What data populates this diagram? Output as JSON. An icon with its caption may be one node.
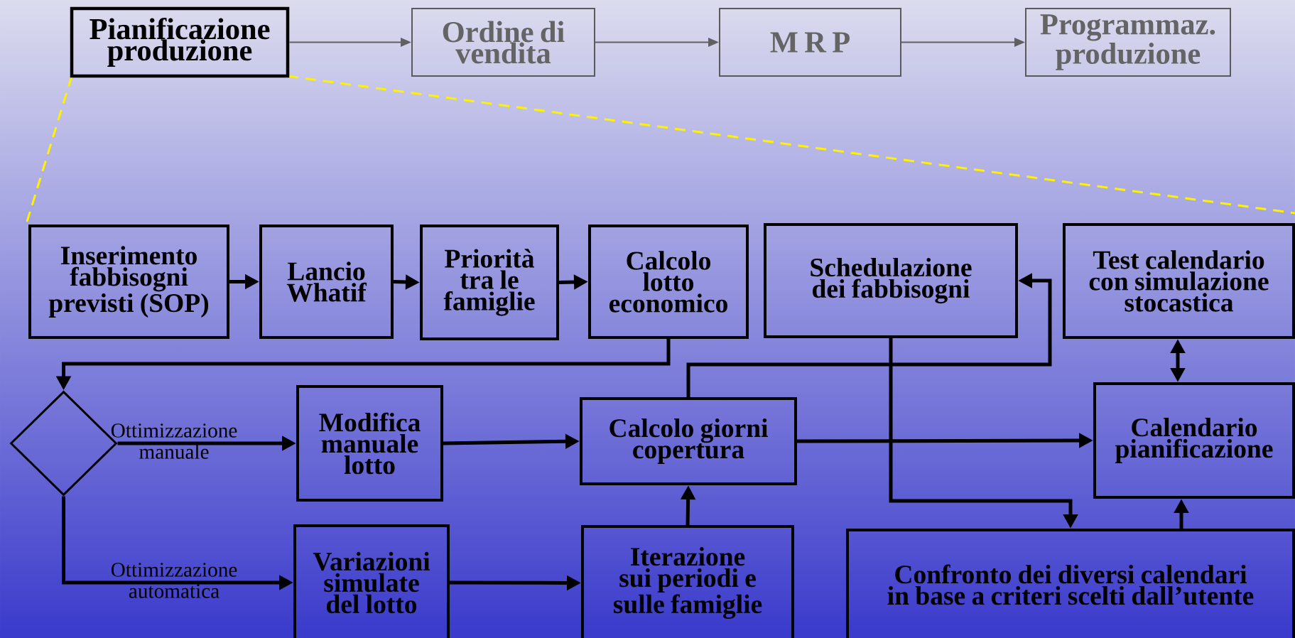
{
  "diagram": {
    "nodes": [
      {
        "text": [
          "Pianificazione produzione"
        ]
      },
      {
        "text": [
          "Ordine di vendita"
        ]
      },
      {
        "text": [
          "M  R  P"
        ]
      },
      {
        "text": [
          "Programmaz. produzione"
        ]
      },
      {
        "text": [
          "Inserimento fabbisogni previsti (SOP)"
        ]
      },
      {
        "text": [
          "Lancio Whatif"
        ]
      },
      {
        "text": [
          "Priorità tra le famiglie"
        ]
      },
      {
        "text": [
          "Calcolo lotto economico"
        ]
      },
      {
        "text": [
          "Schedulazione dei fabbisogni"
        ]
      },
      {
        "text": [
          "Test calendario con simulazione stocastica"
        ]
      },
      {
        "text": [],
        "shape": "diamond"
      },
      {
        "text": [
          "Modifica manuale lotto"
        ]
      },
      {
        "text": [
          "Calcolo giorni copertura"
        ]
      },
      {
        "text": [
          "Calendario pianificazione"
        ]
      },
      {
        "text": [
          "Variazioni simulate del lotto"
        ]
      },
      {
        "text": [
          "Iterazione sui periodi e sulle famiglie"
        ]
      },
      {
        "text": [
          "Confronto dei diversi calendari in base a criteri scelti dall’utente"
        ]
      }
    ],
    "edges": [
      {
        "from": 0,
        "to": 1,
        "arrow": "to",
        "color": "#606060"
      },
      {
        "from": 1,
        "to": 2,
        "arrow": "to",
        "color": "#606060"
      },
      {
        "from": 2,
        "to": 3,
        "arrow": "to",
        "color": "#606060"
      },
      {
        "from": 4,
        "to": 5,
        "arrow": "to"
      },
      {
        "from": 5,
        "to": 6,
        "arrow": "to"
      },
      {
        "from": 6,
        "to": 7,
        "arrow": "to"
      },
      {
        "from": 7,
        "to": 10,
        "arrow": "to"
      },
      {
        "from": 10,
        "to": 11,
        "arrow": "to",
        "label": "Ottimizzazione manuale"
      },
      {
        "from": 10,
        "to": 14,
        "arrow": "to",
        "label": "Ottimizzazione automatica"
      },
      {
        "from": 11,
        "to": 12,
        "arrow": "to"
      },
      {
        "from": 14,
        "to": 15,
        "arrow": "to"
      },
      {
        "from": 15,
        "to": 12,
        "arrow": "to"
      },
      {
        "from": 12,
        "to": 8,
        "arrow": "to"
      },
      {
        "from": 12,
        "to": 13,
        "arrow": "to"
      },
      {
        "from": 8,
        "to": 16,
        "arrow": "to"
      },
      {
        "from": 16,
        "to": 13,
        "arrow": "to"
      },
      {
        "from": 9,
        "to": 13,
        "arrow": "both"
      }
    ]
  }
}
